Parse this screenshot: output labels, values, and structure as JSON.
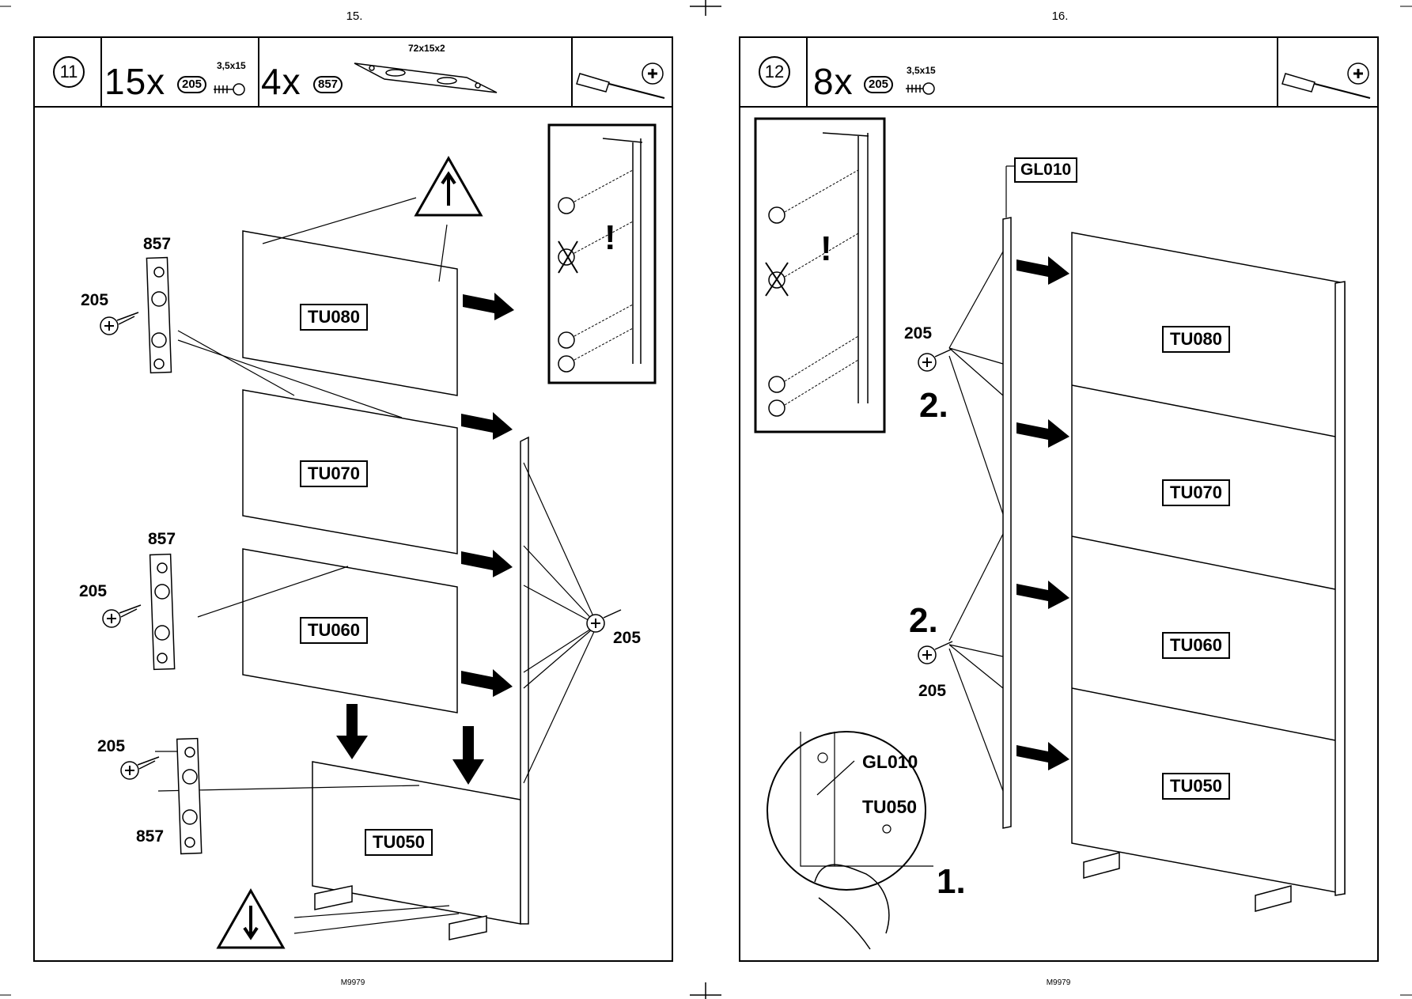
{
  "left_page": {
    "page_number": "15.",
    "footer": "M9979",
    "step": {
      "number": "11",
      "parts": [
        {
          "qty": "15x",
          "code": "205",
          "size": "3,5x15",
          "icon": "screw-icon"
        },
        {
          "qty": "4x",
          "code": "857",
          "size": "72x15x2",
          "icon": "connector-plate-icon"
        }
      ],
      "tool_icon": "screwdriver-icon",
      "tool_symbol": "⊕"
    },
    "panels": [
      "TU080",
      "TU070",
      "TU060",
      "TU050"
    ],
    "callouts": {
      "plate_1": "857",
      "screw_1": "205",
      "plate_2": "857",
      "screw_2": "205",
      "screw_3": "205",
      "plate_3": "857",
      "side_screw": "205",
      "warning_symbol": "!"
    }
  },
  "right_page": {
    "page_number": "16.",
    "footer": "M9979",
    "step": {
      "number": "12",
      "parts": [
        {
          "qty": "8x",
          "code": "205",
          "size": "3,5x15",
          "icon": "screw-icon"
        }
      ],
      "tool_icon": "screwdriver-icon",
      "tool_symbol": "⊕"
    },
    "side_panel": "GL010",
    "panels": [
      "TU080",
      "TU070",
      "TU060",
      "TU050"
    ],
    "callouts": {
      "screw_top": "205",
      "step_2a": "2.",
      "step_2b": "2.",
      "screw_bottom": "205",
      "detail_side": "GL010",
      "detail_panel": "TU050",
      "step_1": "1.",
      "warning_symbol": "!"
    }
  }
}
